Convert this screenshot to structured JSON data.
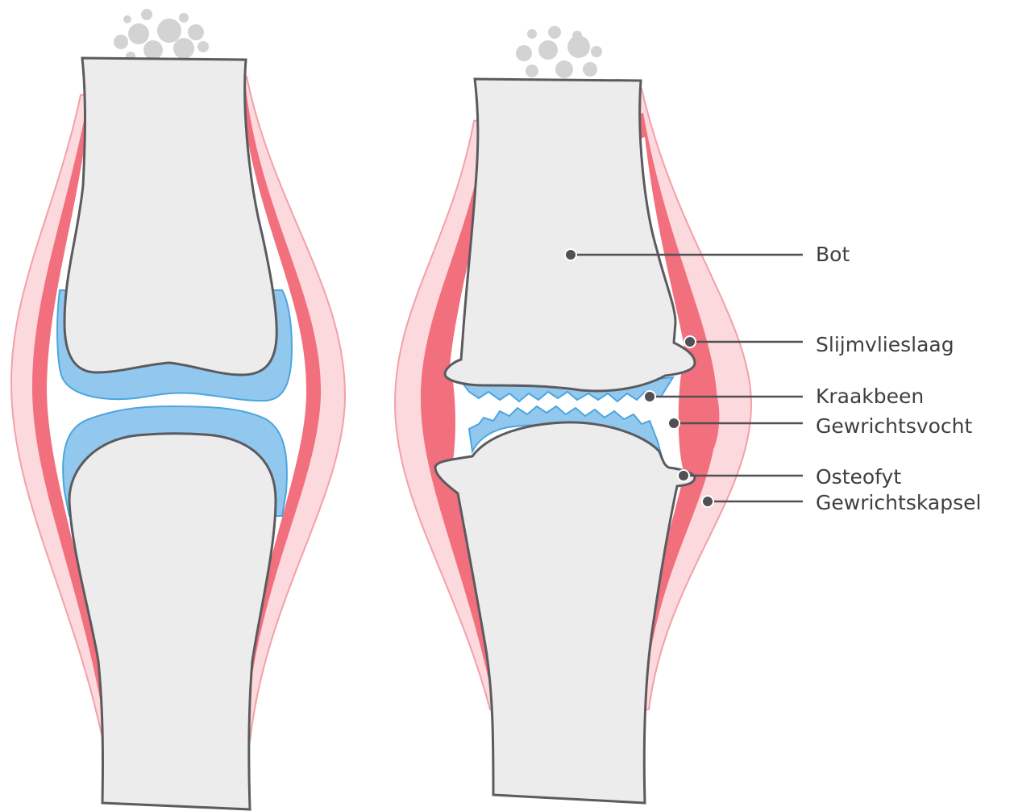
{
  "labels": {
    "bone": "Bot",
    "synovial_membrane": "Slijmvlieslaag",
    "cartilage": "Kraakbeen",
    "synovial_fluid": "Gewrichtsvocht",
    "osteophyte": "Osteofyt",
    "joint_capsule": "Gewrichtskapsel"
  },
  "colors": {
    "bone_fill": "#ececec",
    "bone_stroke": "#5b5b5f",
    "capsule_outer": "#fcd9dc",
    "capsule_stroke": "#f3a0a8",
    "synovium": "#f26f7d",
    "cartilage_fill": "#93c8ee",
    "cartilage_stroke": "#4aa6e0",
    "marrow": "#d3d3d3",
    "leader": "#505055"
  }
}
